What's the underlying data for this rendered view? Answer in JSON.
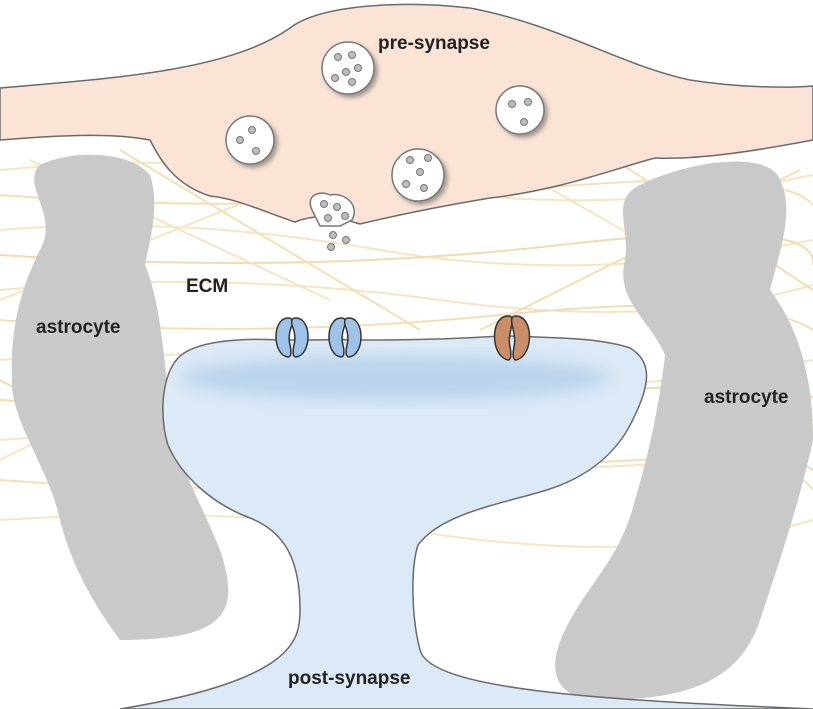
{
  "labels": {
    "pre_synapse": "pre-synapse",
    "post_synapse": "post-synapse",
    "astrocyte_left": "astrocyte",
    "astrocyte_right": "astrocyte",
    "ecm": "ECM"
  },
  "colors": {
    "pre_synapse_fill": "#fbe4d6",
    "post_synapse_fill": "#dce9f6",
    "post_density": "#bcd7ee",
    "astrocyte_fill": "#c9c9c9",
    "ecm_fibers": "#f5deb0",
    "receptor_blue": "#9fc3e8",
    "receptor_brown": "#c98d6a",
    "outline": "#555555"
  },
  "vesicles": {
    "count": 4,
    "release_site": "fusing-vesicle"
  },
  "receptors": {
    "blue_count": 2,
    "brown_count": 1
  }
}
